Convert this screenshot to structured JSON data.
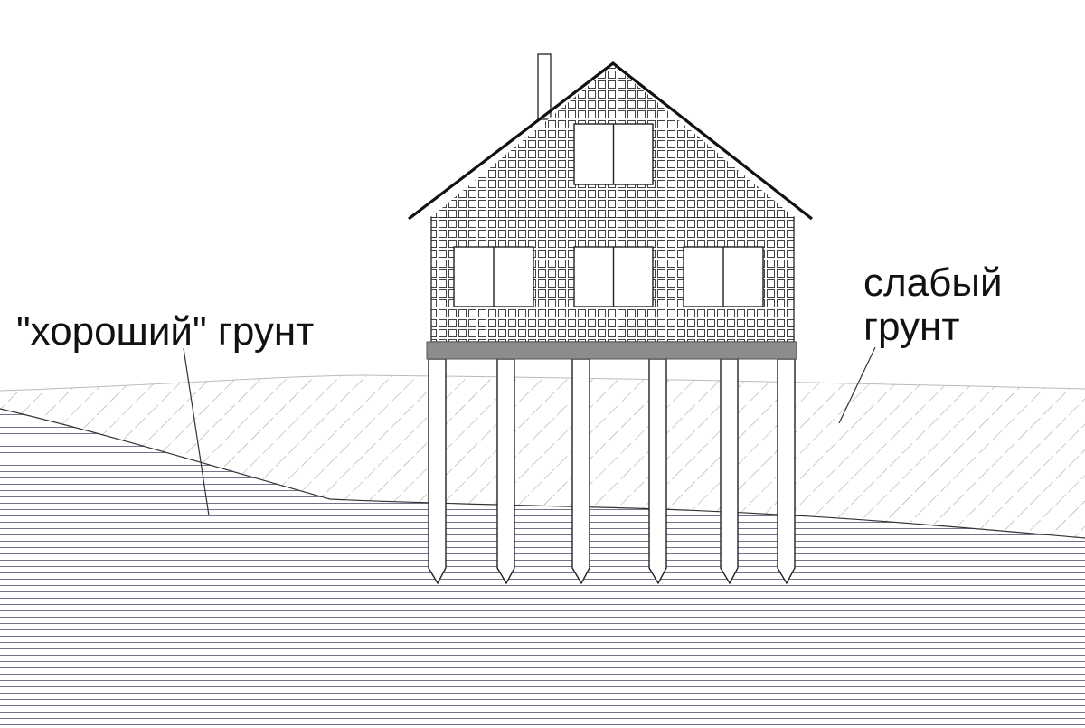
{
  "labels": {
    "good_soil": "\"хороший\" грунт",
    "weak_soil_line1": "слабый",
    "weak_soil_line2": "грунт"
  },
  "colors": {
    "outline": "#111111",
    "weak_soil_hatch": "#a79a86",
    "good_soil_lines": "#7a6f8a",
    "plinth": "#8c8c8c",
    "wall_grid": "#444444"
  },
  "piles": {
    "count": 6
  },
  "windows": {
    "count": 4
  }
}
